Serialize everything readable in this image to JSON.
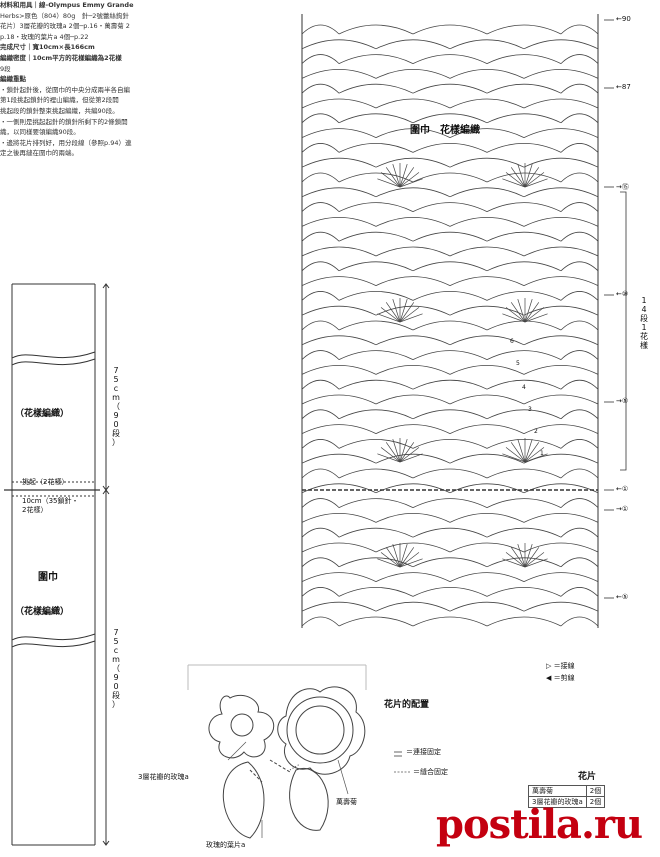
{
  "notes": [
    {
      "text": "材料和用具｜線-Olympus Emmy Grande",
      "bold": true
    },
    {
      "text": "Herbs>原色（804）80g　針─2號蕾絲鉤針",
      "bold": false
    },
    {
      "text": "花片）3層花瓣的玫瑰a 2個─p.16・萬壽菊 2",
      "bold": false
    },
    {
      "text": "p.18・玫瑰的葉片a 4個─p.22",
      "bold": false
    },
    {
      "text": "完成尺寸｜寬10cm×長166cm",
      "bold": true
    },
    {
      "text": "編織密度｜10cm平方的花樣編織為2花樣",
      "bold": true
    },
    {
      "text": "9段",
      "bold": false
    },
    {
      "text": "編織重點",
      "bold": true
    },
    {
      "text": "・鎖針起針後，從圍巾的中央分成兩半各自編",
      "bold": false
    },
    {
      "text": "第1段挑起鎖針的裡山編織，但從第2段開",
      "bold": false
    },
    {
      "text": "挑起段的鎖針整束挑起編織，共編90段。",
      "bold": false
    },
    {
      "text": "・一側則是挑起起針的鎖針所剩下的2條鎖開",
      "bold": false
    },
    {
      "text": "織，以同樣要領編織90段。",
      "bold": false
    },
    {
      "text": "・邊將花片排列好，用分段線（參照p.94）連",
      "bold": false
    },
    {
      "text": "定之後再縫在圍巾的兩端。",
      "bold": false
    }
  ],
  "scarf": {
    "top_length": "75cm（90段）",
    "bottom_length": "75cm（90段）",
    "pattern_label_top": "（花樣編織）",
    "title": "圍巾",
    "pattern_label_bottom": "（花樣編織）",
    "pickup_label": "挑起（2花樣）",
    "width_label": "10cm（35鎖針・2花樣）"
  },
  "chart": {
    "title": "圍巾　花樣編織",
    "row_labels": [
      "←90",
      "←87",
      "→⑮",
      "←⑩",
      "→⑤",
      "←①",
      "→①",
      "←⑤"
    ],
    "repeat_label": "14段1花樣",
    "numbers": [
      "6",
      "5",
      "4",
      "3",
      "2",
      "1"
    ],
    "legend_join": "▷ ＝接線",
    "legend_cut": "◀ ＝剪線"
  },
  "placement": {
    "title": "花片的配置",
    "legend_connect": "＝連接固定",
    "legend_sew": "＝縫合固定",
    "rose_label": "3層花瓣的玫瑰a",
    "marigold_label": "萬壽菊",
    "leaf_label": "玫瑰的葉片a"
  },
  "motif_table": {
    "title": "花片",
    "rows": [
      {
        "name": "萬壽菊",
        "count": "2個"
      },
      {
        "name": "3層花瓣的玫瑰a",
        "count": "2個"
      }
    ]
  },
  "watermark": "postila.ru"
}
